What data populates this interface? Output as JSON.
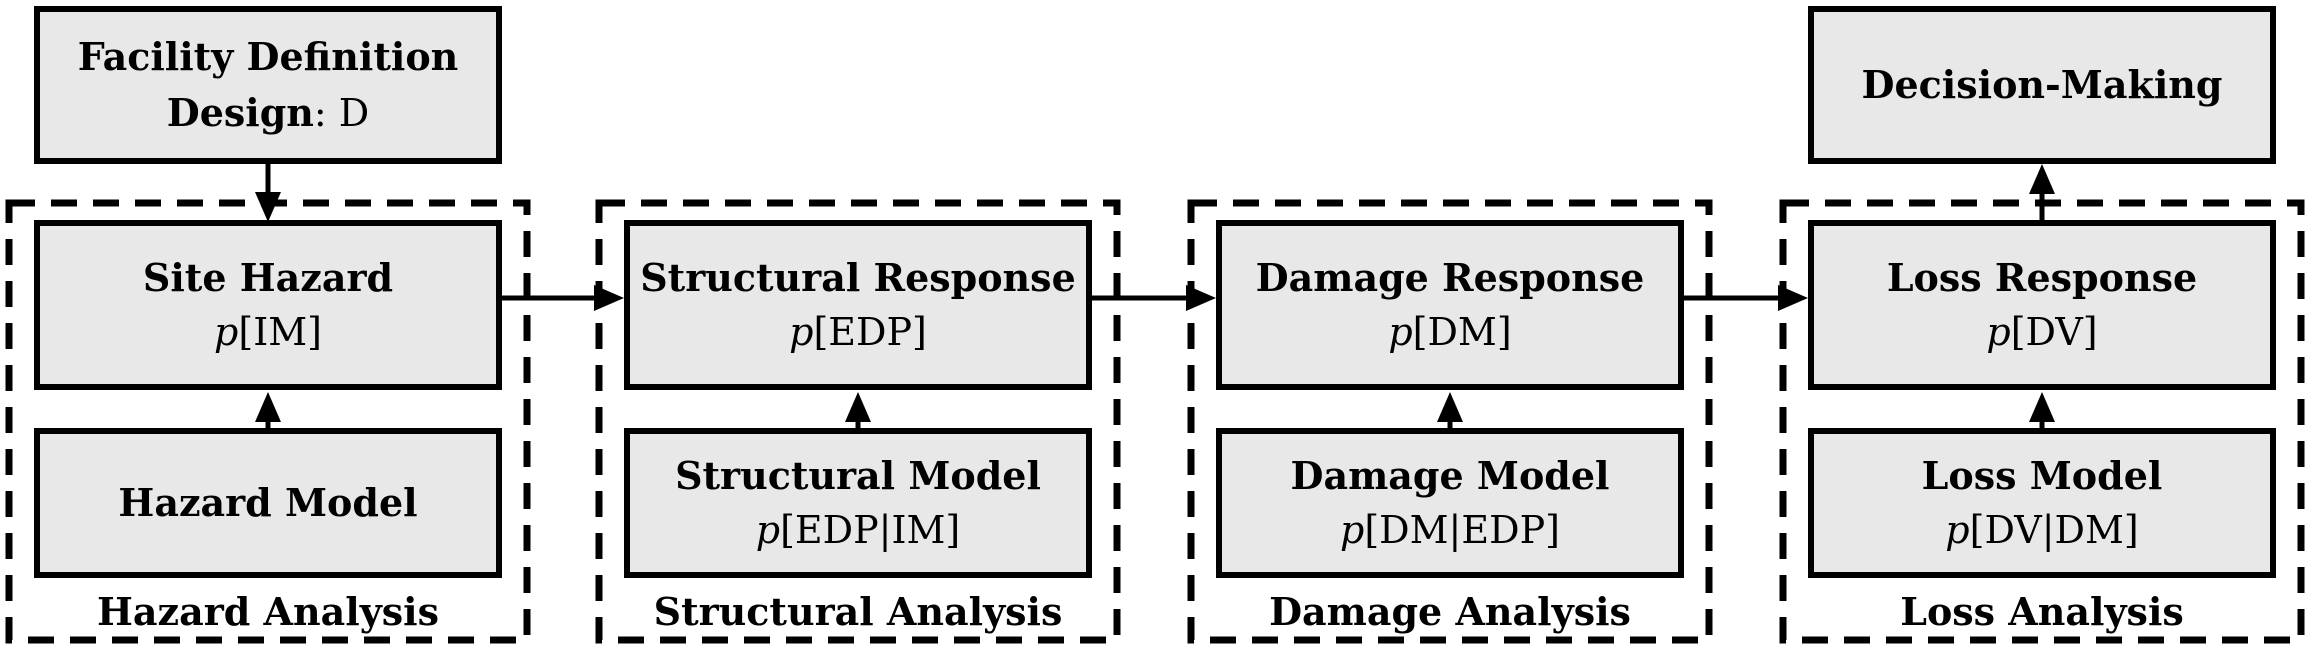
{
  "colors": {
    "background": "#ffffff",
    "box_fill": "#e8e8e8",
    "line": "#000000"
  },
  "facility_box": {
    "line1": "Facility Definition",
    "design_label": "Design",
    "design_value": ": D"
  },
  "decision_box": {
    "title": "Decision-Making"
  },
  "groups": [
    {
      "label": "Hazard Analysis",
      "response": {
        "title": "Site Hazard",
        "formula": {
          "var": "p",
          "args": "[IM]"
        }
      },
      "model": {
        "title": "Hazard Model",
        "formula": {
          "var": "",
          "args": ""
        }
      }
    },
    {
      "label": "Structural Analysis",
      "response": {
        "title": "Structural Response",
        "formula": {
          "var": "p",
          "args": "[EDP]"
        }
      },
      "model": {
        "title": "Structural Model",
        "formula": {
          "var": "p",
          "args": "[EDP|IM]"
        }
      }
    },
    {
      "label": "Damage Analysis",
      "response": {
        "title": "Damage Response",
        "formula": {
          "var": "p",
          "args": "[DM]"
        }
      },
      "model": {
        "title": "Damage Model",
        "formula": {
          "var": "p",
          "args": "[DM|EDP]"
        }
      }
    },
    {
      "label": "Loss Analysis",
      "response": {
        "title": "Loss Response",
        "formula": {
          "var": "p",
          "args": "[DV]"
        }
      },
      "model": {
        "title": "Loss Model",
        "formula": {
          "var": "p",
          "args": "[DV|DM]"
        }
      }
    }
  ],
  "connections": [
    {
      "from": "facility-definition",
      "to": "site-hazard"
    },
    {
      "from": "hazard-model",
      "to": "site-hazard"
    },
    {
      "from": "site-hazard",
      "to": "structural-response"
    },
    {
      "from": "structural-model",
      "to": "structural-response"
    },
    {
      "from": "structural-response",
      "to": "damage-response"
    },
    {
      "from": "damage-model",
      "to": "damage-response"
    },
    {
      "from": "damage-response",
      "to": "loss-response"
    },
    {
      "from": "loss-model",
      "to": "loss-response"
    },
    {
      "from": "loss-response",
      "to": "decision-making"
    }
  ]
}
